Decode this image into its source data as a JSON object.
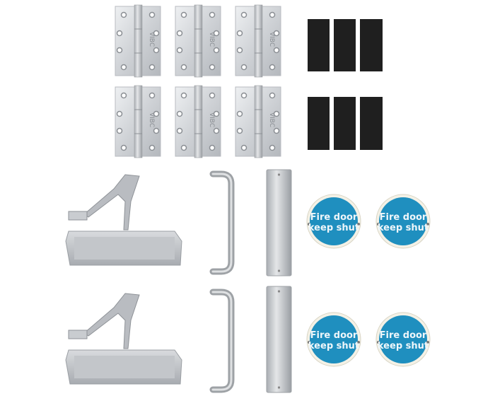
{
  "product_set": {
    "hinge_count": 6,
    "intumescent_pad_count": 6,
    "door_closer_count": 2,
    "pull_handle_count": 2,
    "push_plate_count": 2,
    "sign_count": 4,
    "hinge_logo": "VIBC"
  },
  "sign": {
    "line1": "Fire door",
    "line2": "keep shut",
    "color": "#1f8fbf"
  },
  "colors": {
    "steel": "#c9ccd0",
    "pad": "#1e1e1e"
  }
}
